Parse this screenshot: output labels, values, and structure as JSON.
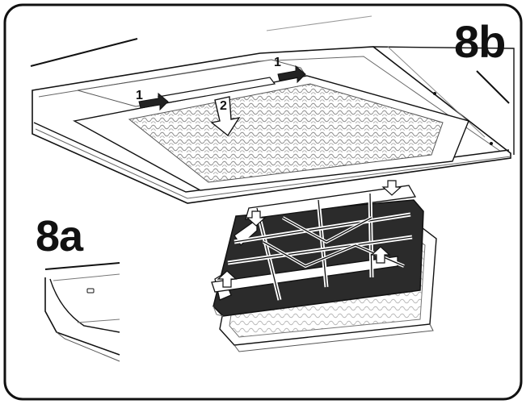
{
  "labels": {
    "figure_b": "8b",
    "figure_a": "8a",
    "step_one_left": "1",
    "step_one_right": "1",
    "step_two": "2"
  },
  "colors": {
    "ink": "#111111",
    "filter_dark": "#2b2b2b",
    "mesh": "#8a8a8a",
    "background": "#ffffff"
  },
  "icons": {
    "push_arrow": "arrow-right-icon",
    "down_arrow": "arrow-down-icon",
    "up_arrow": "arrow-up-icon"
  }
}
